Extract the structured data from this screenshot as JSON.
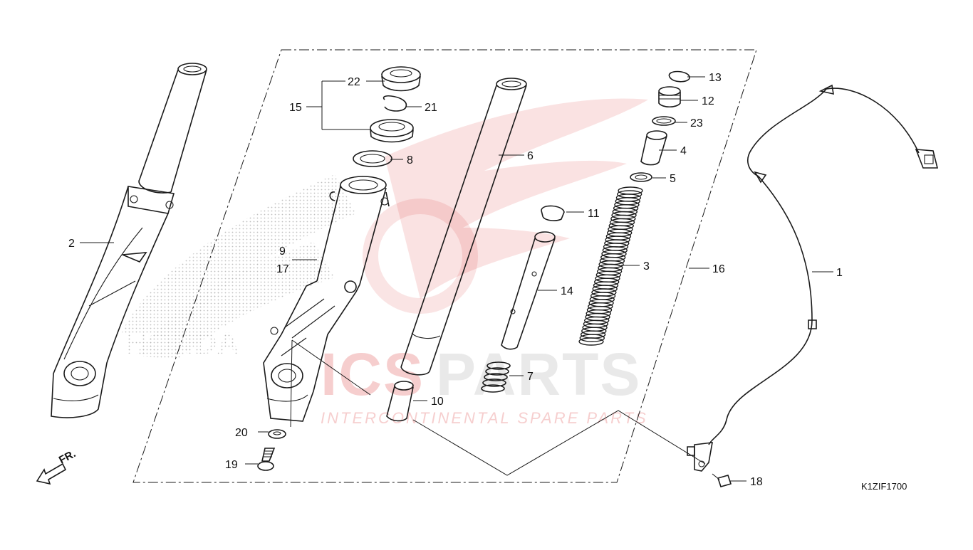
{
  "diagram_code": "K1ZIF1700",
  "front_marker": "FR.",
  "watermark": {
    "brand_left": "ICS",
    "brand_right": "PARTS",
    "tagline": "INTERCONTINENTAL SPARE PARTS",
    "emblem_text": "HONDA",
    "brand_color": "#d81e1e",
    "brand_faded_color": "#e6e6e6"
  },
  "callouts": [
    {
      "id": "c1",
      "text": "1"
    },
    {
      "id": "c2",
      "text": "2"
    },
    {
      "id": "c3",
      "text": "3"
    },
    {
      "id": "c4",
      "text": "4"
    },
    {
      "id": "c5",
      "text": "5"
    },
    {
      "id": "c6",
      "text": "6"
    },
    {
      "id": "c7",
      "text": "7"
    },
    {
      "id": "c8",
      "text": "8"
    },
    {
      "id": "c9",
      "text": "9"
    },
    {
      "id": "c10",
      "text": "10"
    },
    {
      "id": "c11",
      "text": "11"
    },
    {
      "id": "c12",
      "text": "12"
    },
    {
      "id": "c13",
      "text": "13"
    },
    {
      "id": "c14",
      "text": "14"
    },
    {
      "id": "c15",
      "text": "15"
    },
    {
      "id": "c16",
      "text": "16"
    },
    {
      "id": "c17",
      "text": "17"
    },
    {
      "id": "c18",
      "text": "18"
    },
    {
      "id": "c19",
      "text": "19"
    },
    {
      "id": "c20",
      "text": "20"
    },
    {
      "id": "c21",
      "text": "21"
    },
    {
      "id": "c22",
      "text": "22"
    },
    {
      "id": "c23",
      "text": "23"
    }
  ]
}
